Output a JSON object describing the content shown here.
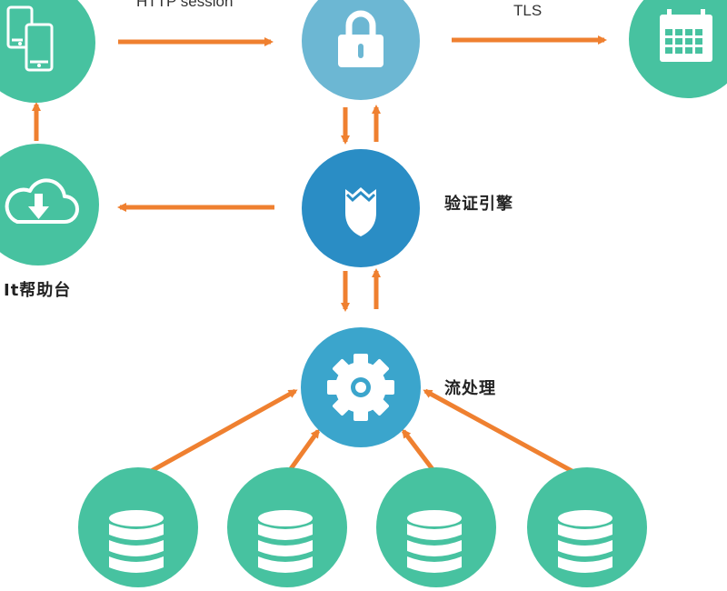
{
  "labels": {
    "http_session": "HTTP session",
    "tls": "TLS",
    "auth_engine": "验证引擎",
    "it_helpdesk": "It帮助台",
    "stream_processing": "流处理"
  },
  "colors": {
    "green": "#47c2a0",
    "light_blue": "#6cb7d3",
    "dark_blue": "#2a8dc5",
    "mid_blue": "#3ba5cc",
    "arrow": "#ef8030",
    "icon": "#ffffff"
  },
  "icons": {
    "devices": "mobile-devices-icon",
    "lock": "lock-icon",
    "calendar": "calendar-icon",
    "cloud_download": "cloud-download-icon",
    "shield": "shield-icon",
    "gear": "gear-icon",
    "database": "database-icon"
  }
}
